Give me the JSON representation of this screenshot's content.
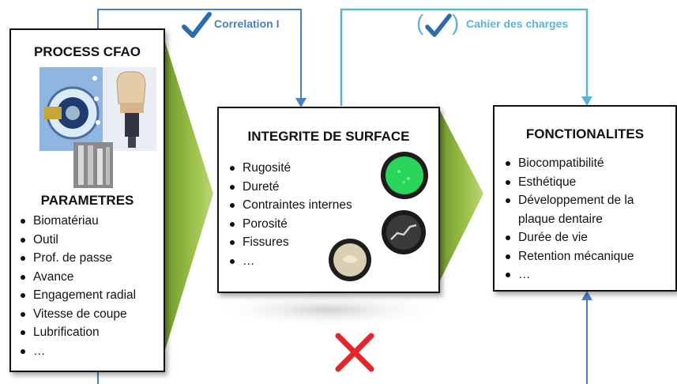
{
  "colors": {
    "arrow_blue": "#4a7fc0",
    "arrow_lightblue": "#5bb4d3",
    "chevron_green": "#8bb33a",
    "cross_red": "#e2262b",
    "check_blue": "#2b6cb0"
  },
  "connectors": {
    "correlation_label": "Correlation I",
    "cahier_label": "Cahier des charges",
    "cahier_paren_open": "(",
    "cahier_paren_close": ")"
  },
  "process": {
    "title": "PROCESS CFAO",
    "params_title": "PARAMETRES",
    "items": [
      "Biomatériau",
      "Outil",
      "Prof. de passe",
      "Avance",
      "Engagement radial",
      "Vitesse de coupe",
      "Lubrification",
      "…"
    ]
  },
  "surface": {
    "title": "INTEGRITE DE SURFACE",
    "items": [
      "Rugosité",
      "Dureté",
      "Contraintes internes",
      "Porosité",
      "Fissures",
      "…"
    ]
  },
  "functions": {
    "title": "FONCTIONALITES",
    "items": [
      "Biocompatibilité",
      "Esthétique",
      "Développement de la plaque dentaire",
      "Durée de vie",
      "Retention mécanique",
      "…"
    ]
  },
  "icons": {
    "check": "check-icon",
    "cross": "cross-icon",
    "chevron": "chevron-arrow"
  }
}
